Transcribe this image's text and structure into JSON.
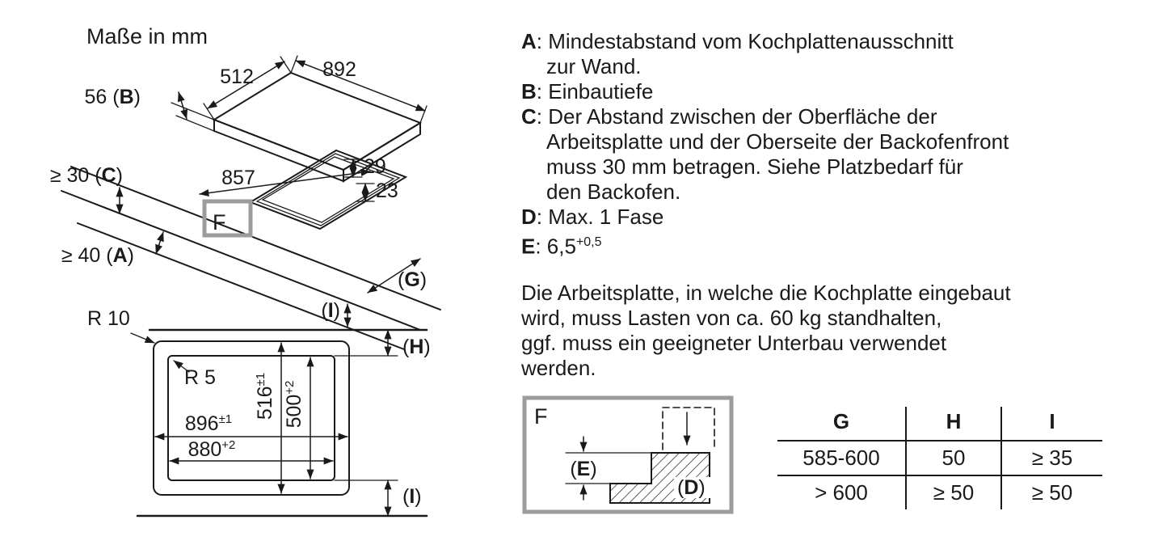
{
  "title": "Maße in mm",
  "legend": {
    "items": [
      {
        "key": "A",
        "text": ": Mindestabstand vom Kochplattenausschnitt\nzur Wand."
      },
      {
        "key": "B",
        "text": ": Einbautiefe"
      },
      {
        "key": "C",
        "text": ": Der Abstand zwischen der Oberfläche der\nArbeitsplatte und der Oberseite der Backofenfront\nmuss 30 mm betragen. Siehe Platzbedarf für\nden Backofen."
      },
      {
        "key": "D",
        "text": ": Max. 1 Fase"
      }
    ],
    "item_e": {
      "key": "E",
      "text": ": 6,5",
      "sup": "+0,5"
    },
    "note": "Die Arbeitsplatte, in welche die Kochplatte eingebaut\nwird, muss Lasten von ca. 60 kg standhalten,\nggf. muss ein geeigneter Unterbau verwendet\nwerden."
  },
  "drawing": {
    "dims": {
      "d512": "512",
      "d892": "892",
      "d857": "857",
      "d29": "29",
      "d23": "23",
      "b": {
        "pre": "56 (",
        "key": "B",
        "post": ")"
      },
      "c": {
        "pre": "≥ 30 (",
        "key": "C",
        "post": ")"
      },
      "a": {
        "pre": "≥ 40 (",
        "key": "A",
        "post": ")"
      },
      "g": {
        "pre": "(",
        "key": "G",
        "post": ")"
      },
      "i1": {
        "pre": "(",
        "key": "I",
        "post": ")"
      },
      "f": "F"
    },
    "plan": {
      "r10": "R 10",
      "r5": "R 5",
      "d516": {
        "val": "516",
        "sup": "±1"
      },
      "d500": {
        "val": "500",
        "sup": "+2"
      },
      "d896": {
        "val": "896",
        "sup": "±1"
      },
      "d880": {
        "val": "880",
        "sup": "+2"
      },
      "h": {
        "pre": "(",
        "key": "H",
        "post": ")"
      },
      "i2": {
        "pre": "(",
        "key": "I",
        "post": ")"
      }
    },
    "detail": {
      "f": "F",
      "e": {
        "pre": "(",
        "key": "E",
        "post": ")"
      },
      "d": {
        "pre": "(",
        "key": "D",
        "post": ")"
      }
    }
  },
  "table": {
    "headers": [
      "G",
      "H",
      "I"
    ],
    "rows": [
      [
        "585-600",
        "50",
        "≥ 35"
      ],
      [
        "> 600",
        "≥ 50",
        "≥ 50"
      ]
    ]
  }
}
